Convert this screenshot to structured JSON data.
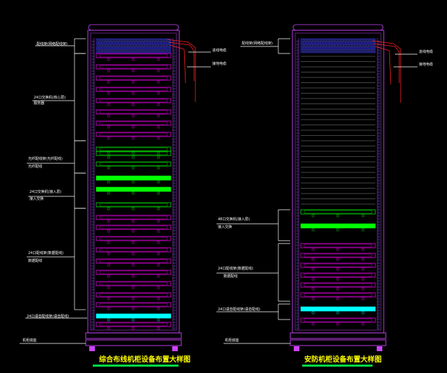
{
  "colors": {
    "background": "#000000",
    "cabinet": "#cc44ff",
    "leader": "#ffffff",
    "cable": "#ff2020",
    "patch_panel": "#3333ff",
    "server": "#ff00ff",
    "switch": "#00ff00",
    "ups": "#00ffff",
    "title": "#ffff00",
    "title_underline": "#00dd44"
  },
  "left_rack": {
    "title": "综合布线机柜设备布置大样图",
    "labels": {
      "top_patch": "配线架(网络配线架)",
      "group1_a": "24口交换机(核心层)",
      "group1_b": "服务器",
      "group2_a": "光纤配线架(光纤配线)",
      "group2_b": "光纤配线",
      "group3_a": "24口交换机(接入层)",
      "group3_b": "接入交换",
      "group4_a": "24口配线架(数据配线)",
      "group4_b": "数据配线",
      "bottom_unit": "24口语音配线架(语音配线)",
      "base": "机柜底座"
    },
    "cable_labels": {
      "top": "进线电缆",
      "bottom": "接地电缆"
    }
  },
  "right_rack": {
    "title": "安防机柜设备布置大样图",
    "labels": {
      "top_patch": "配线架(网络配线架)",
      "group1_a": "48口交换机(接入层)",
      "group1_b": "接入交换",
      "group2_a": "24口配线架(数据配线)",
      "group2_b": "数据配线",
      "bottom_unit": "24口语音配线架(语音配线)",
      "base": "机柜底座"
    },
    "cable_labels": {
      "top": "进线电缆",
      "bottom": "接地电缆"
    }
  }
}
